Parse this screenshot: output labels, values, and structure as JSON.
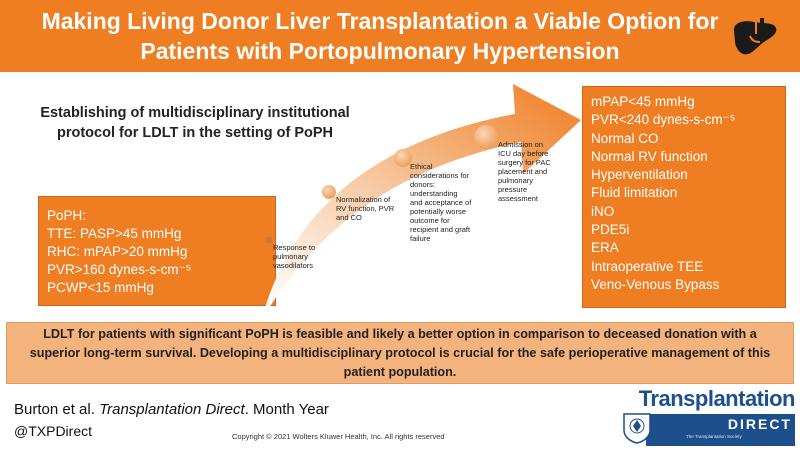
{
  "header": {
    "title_line1": "Making Living Donor Liver Transplantation a Viable Option for",
    "title_line2": "Patients with Portopulmonary Hypertension",
    "icon": "liver-icon",
    "colors": {
      "orange": "#ef7d22",
      "light_orange": "#f4b27c",
      "navy": "#1d4f8c"
    }
  },
  "protocol_heading": {
    "line1": "Establishing of multidisciplinary institutional",
    "line2": "protocol for LDLT in the setting of PoPH"
  },
  "poph_box": {
    "lines": [
      "PoPH:",
      "TTE: PASP>45 mmHg",
      "RHC: mPAP>20 mmHg",
      "PVR>160 dynes-s-cm⁻⁵",
      "PCWP<15 mmHg"
    ]
  },
  "criteria_box": {
    "lines": [
      "mPAP<45 mmHg",
      "PVR<240 dynes-s-cm⁻⁵",
      "Normal CO",
      "Normal RV function",
      "Hyperventilation",
      "Fluid limitation",
      "iNO",
      "PDE5i",
      "ERA",
      "Intraoperative TEE",
      "Veno-Venous Bypass"
    ]
  },
  "steps": [
    {
      "lines": [
        "Response to",
        "pulmonary",
        "vasodilators"
      ]
    },
    {
      "lines": [
        "Normalization of",
        "RV function, PVR",
        "and CO"
      ]
    },
    {
      "lines": [
        "Ethical",
        "considerations for",
        "donors:",
        "understanding",
        "and acceptance of",
        "potentially worse",
        "outcome for",
        "recipient and graft",
        "failure"
      ]
    },
    {
      "lines": [
        "Admission on",
        "ICU day before",
        "surgery for PAC",
        "placement and",
        "pulmonary",
        "pressure",
        "assessment"
      ]
    }
  ],
  "summary": {
    "line1": "LDLT for patients with significant PoPH is feasible and likely a better option in comparison to deceased donation with a",
    "line2": "superior long-term survival. Developing a multidisciplinary protocol is crucial for the safe perioperative management of this",
    "line3": "patient population."
  },
  "footer": {
    "citation_authors": "Burton et al. ",
    "citation_journal": "Transplantation Direct",
    "citation_rest": ". Month Year",
    "handle": "@TXPDirect",
    "copyright": "Copyright © 2021  Wolters Kluwer Health, Inc. All rights reserved"
  },
  "journal_logo": {
    "name": "Transplantation",
    "sub": "DIRECT",
    "society": "The Transplantation Society",
    "seal_icon": "society-seal-icon"
  }
}
